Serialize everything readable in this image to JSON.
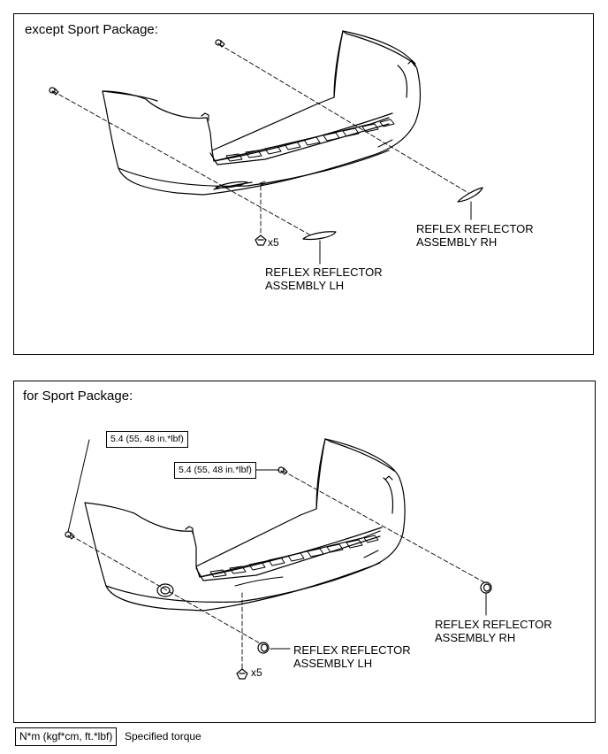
{
  "top_panel": {
    "title": "except Sport Package:",
    "callouts": {
      "reflector_rh": [
        "REFLEX REFLECTOR",
        "ASSEMBLY RH"
      ],
      "reflector_lh": [
        "REFLEX REFLECTOR",
        "ASSEMBLY LH"
      ],
      "clip_qty": "x5"
    }
  },
  "bottom_panel": {
    "title": "for Sport Package:",
    "callouts": {
      "torque_left": "5.4 (55, 48 in.*lbf)",
      "torque_right": "5.4 (55, 48 in.*lbf)",
      "reflector_rh": [
        "REFLEX REFLECTOR",
        "ASSEMBLY RH"
      ],
      "reflector_lh": [
        "REFLEX REFLECTOR",
        "ASSEMBLY LH"
      ],
      "clip_qty": "x5"
    }
  },
  "legend": {
    "unit_box": "N*m (kgf*cm, ft.*lbf)",
    "meaning": "Specified torque"
  }
}
